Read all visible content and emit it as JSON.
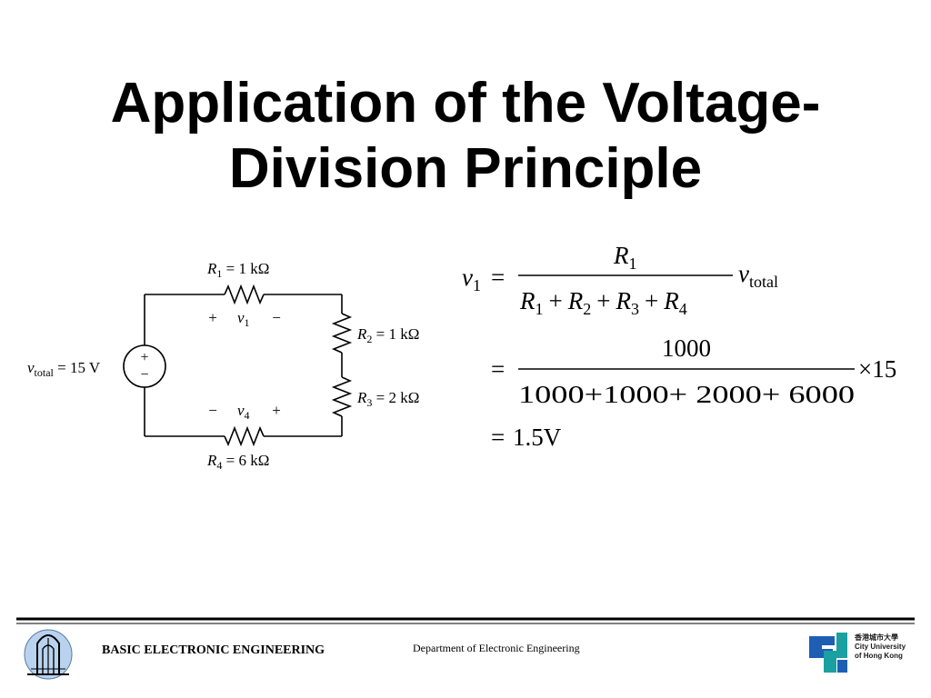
{
  "slide": {
    "title_line1": "Application of the Voltage-",
    "title_line2": "Division Principle"
  },
  "circuit": {
    "source_label": "v",
    "source_sub": "total",
    "source_value": " = 15 V",
    "source_plus": "+",
    "source_minus": "−",
    "r1_label": "R",
    "r1_sub": "1",
    "r1_value": " = 1 kΩ",
    "r2_label": "R",
    "r2_sub": "2",
    "r2_value": " = 1 kΩ",
    "r3_label": "R",
    "r3_sub": "3",
    "r3_value": " = 2 kΩ",
    "r4_label": "R",
    "r4_sub": "4",
    "r4_value": " = 6 kΩ",
    "v1_plus": "+",
    "v1_label": "v",
    "v1_sub": "1",
    "v1_minus": "−",
    "v4_minus": "−",
    "v4_label": "v",
    "v4_sub": "4",
    "v4_plus": "+"
  },
  "equations": {
    "lhs_var": "v",
    "lhs_sub": "1",
    "equals": "=",
    "num_var": "R",
    "num_sub": "1",
    "den": [
      {
        "var": "R",
        "sub": "1"
      },
      {
        "var": "R",
        "sub": "2"
      },
      {
        "var": "R",
        "sub": "3"
      },
      {
        "var": "R",
        "sub": "4"
      }
    ],
    "plus": "+",
    "factor_var": "v",
    "factor_sub": "total",
    "line2_numerator": "1000",
    "line2_denominator": "1000+1000+ 2000+ 6000",
    "line2_times": "×15",
    "line3_result": "1.5V"
  },
  "footer": {
    "course": "BASIC ELECTRONIC ENGINEERING",
    "department": "Department of Electronic Engineering",
    "university_cn": "香港城市大學",
    "university_en1": "City University",
    "university_en2": "of Hong Kong"
  },
  "colors": {
    "footer_rule": "#000000",
    "logo_left_bg": "#b9d3ee",
    "logo_right_blue": "#1e5fb4",
    "logo_right_teal": "#1aa0a0"
  }
}
